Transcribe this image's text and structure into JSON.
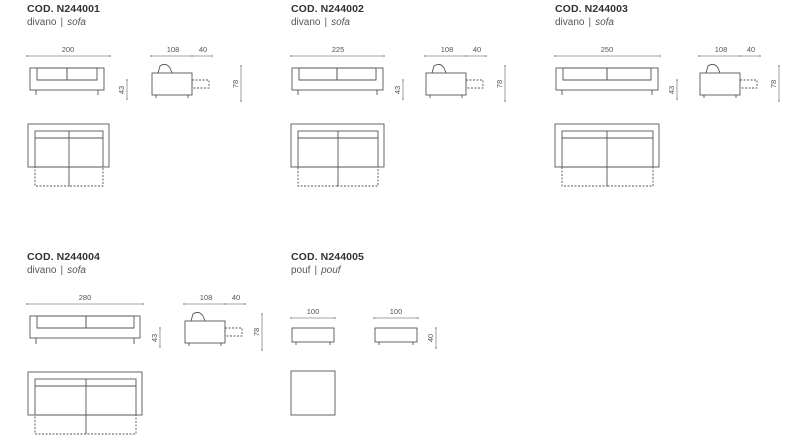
{
  "products": [
    {
      "code": "COD. N244001",
      "name_it": "divano",
      "name_en": "sofa",
      "dims": {
        "width": "200",
        "depth": "108",
        "extension": "40",
        "seat_height": "43",
        "height": "78"
      }
    },
    {
      "code": "COD. N244002",
      "name_it": "divano",
      "name_en": "sofa",
      "dims": {
        "width": "225",
        "depth": "108",
        "extension": "40",
        "seat_height": "43",
        "height": "78"
      }
    },
    {
      "code": "COD. N244003",
      "name_it": "divano",
      "name_en": "sofa",
      "dims": {
        "width": "250",
        "depth": "108",
        "extension": "40",
        "seat_height": "43",
        "height": "78"
      }
    },
    {
      "code": "COD. N244004",
      "name_it": "divano",
      "name_en": "sofa",
      "dims": {
        "width": "280",
        "depth": "108",
        "extension": "40",
        "seat_height": "43",
        "height": "78"
      }
    },
    {
      "code": "COD. N244005",
      "name_it": "pouf",
      "name_en": "pouf",
      "dims": {
        "width": "100",
        "depth": "100",
        "height": "40"
      }
    }
  ],
  "separator": "|",
  "colors": {
    "line": "#555555",
    "dim": "#888888",
    "text": "#333333"
  }
}
